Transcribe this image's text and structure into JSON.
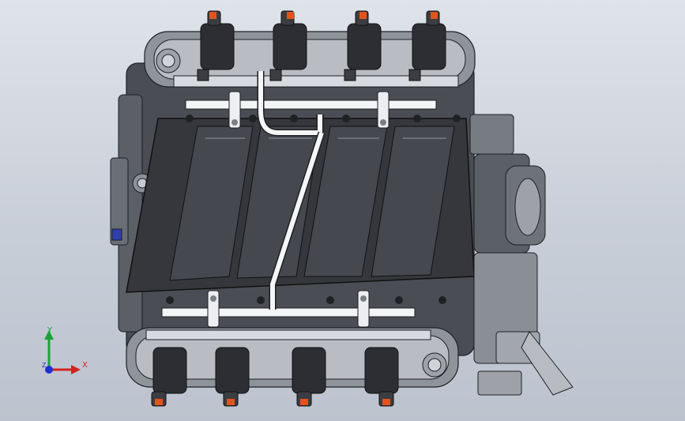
{
  "viewport": {
    "background_top": "#dfe3ea",
    "background_bottom": "#bcc3ce",
    "model": "engine-assembly"
  },
  "triad": {
    "x_label": "X",
    "y_label": "Y",
    "z_label": "Z",
    "x_color": "#d3231f",
    "y_color": "#1aa23a",
    "z_color": "#1f2fd0"
  }
}
